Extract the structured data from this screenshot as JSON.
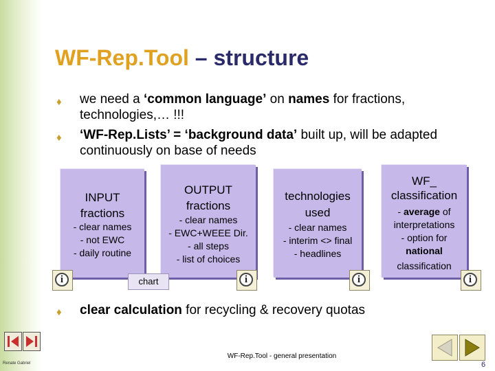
{
  "title": {
    "part1": "WF-Rep.Tool",
    "part2": " – structure"
  },
  "bullets": [
    {
      "html_plain": "we need a ‘common language’ on names for fractions, technologies,… !!!",
      "seg": [
        "we need a ",
        "‘common language’",
        " on ",
        "names",
        " for fractions, technologies,… !!!"
      ]
    },
    {
      "seg": [
        "‘WF-Rep.Lists’ = ‘background data’",
        " built up, will be adapted continuously on base of needs"
      ]
    },
    {
      "seg": [
        "clear calculation",
        " for recycling & recovery quotas"
      ]
    }
  ],
  "boxes": [
    {
      "head1": "INPUT",
      "head2": "fractions",
      "lines": [
        "- clear names",
        "- not EWC",
        "- daily routine"
      ]
    },
    {
      "head1": "OUTPUT",
      "head2": "fractions",
      "lines": [
        "- clear names",
        "- EWC+WEEE Dir.",
        "- all steps",
        "- list of choices"
      ]
    },
    {
      "head1": "technologies",
      "head2": "used",
      "lines": [
        "- clear names",
        "- interim <> final",
        "- headlines"
      ]
    },
    {
      "head1": "WF_",
      "head2": "classification",
      "avg_pre": "- ",
      "avg_bold": "average",
      "avg_post": " of",
      "lines": [
        "interpretations",
        "- option for"
      ],
      "bold_line": "national",
      "last_line": "classification"
    }
  ],
  "chart_button": "chart",
  "info_icon_glyph": "i",
  "footer": "WF-Rep.Tool - general presentation",
  "author": "Renate Gabriel",
  "page_number": "6",
  "colors": {
    "title_accent": "#e0a020",
    "title_main": "#2a2a6a",
    "box_fill": "#c7b8ea",
    "bullet": "#c8a030"
  },
  "icons": [
    "info-icon",
    "nav-first-icon",
    "nav-last-icon",
    "previous-slide-icon",
    "next-slide-icon"
  ]
}
